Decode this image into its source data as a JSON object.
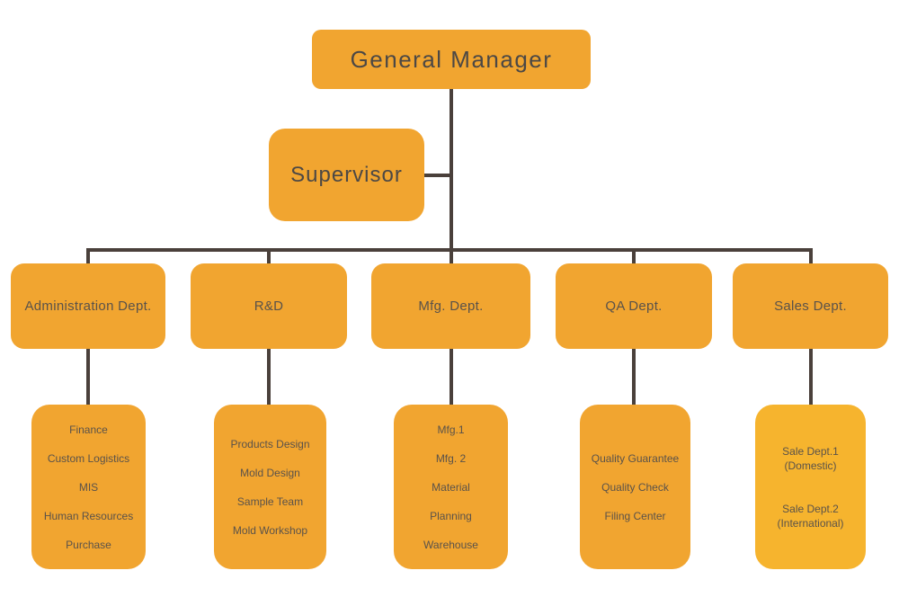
{
  "colors": {
    "box": "#f1a530",
    "box_light": "#f6b42e",
    "line": "#4a403b",
    "text": "#5a524a",
    "text_dark": "#4c4845"
  },
  "org": {
    "root": {
      "label": "General Manager"
    },
    "supervisor": {
      "label": "Supervisor"
    },
    "departments": [
      {
        "label": "Administration Dept.",
        "items": [
          "Finance",
          "Custom Logistics",
          "MIS",
          "Human Resources",
          "Purchase"
        ]
      },
      {
        "label": "R&D",
        "items": [
          "Products Design",
          "Mold Design",
          "Sample Team",
          "Mold Workshop"
        ]
      },
      {
        "label": "Mfg. Dept.",
        "items": [
          "Mfg.1",
          "Mfg. 2",
          "Material",
          "Planning",
          "Warehouse"
        ]
      },
      {
        "label": "QA Dept.",
        "items": [
          "Quality Guarantee",
          "Quality Check",
          "Filing Center"
        ]
      },
      {
        "label": "Sales Dept.",
        "items": [
          "Sale Dept.1",
          "(Domestic)",
          "Sale Dept.2",
          "(International)"
        ]
      }
    ]
  }
}
